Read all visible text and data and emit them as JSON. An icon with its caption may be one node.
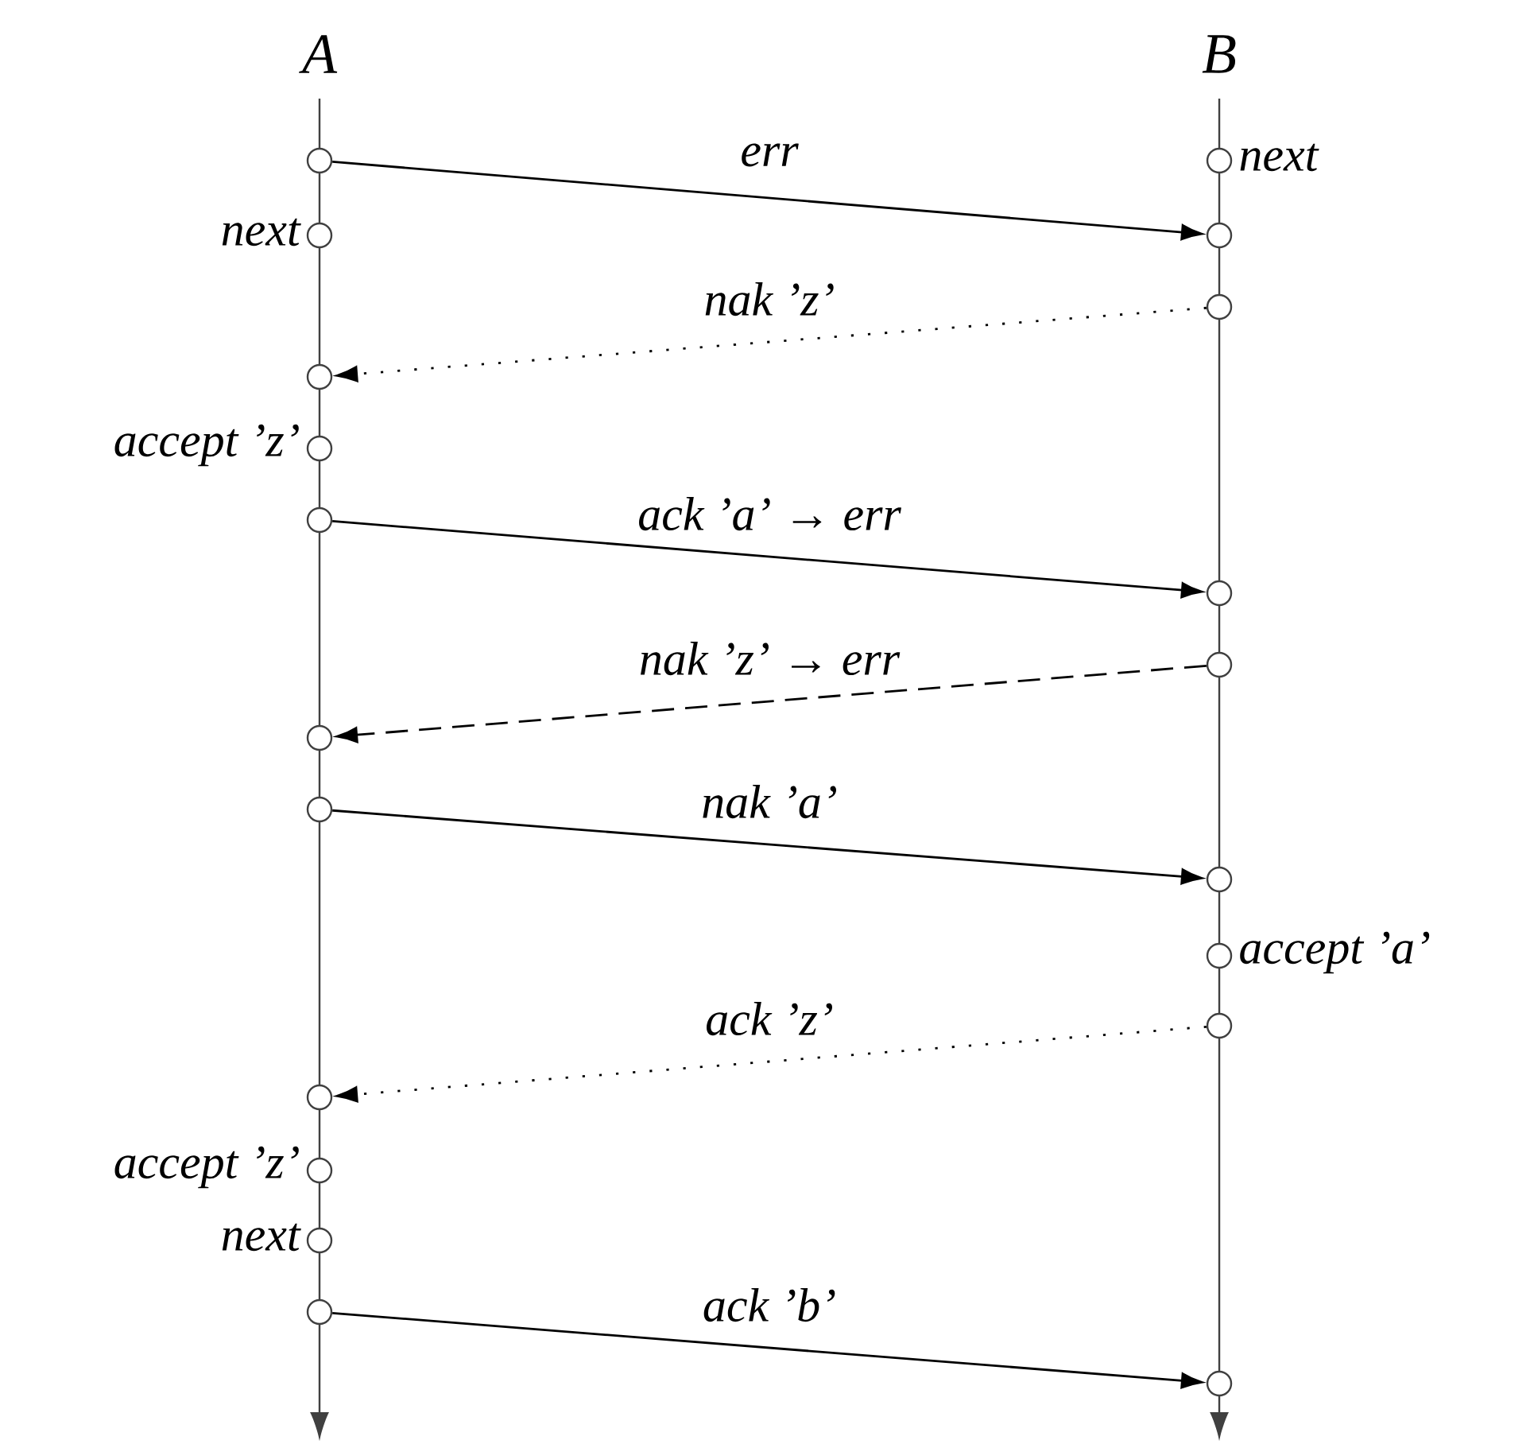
{
  "diagram": {
    "nodes": [
      {
        "text": [],
        "shape": "circle"
      },
      {
        "text": [],
        "shape": "circle",
        "beside": [
          "next"
        ]
      },
      {
        "text": [],
        "shape": "circle",
        "beside": [
          "next"
        ]
      },
      {
        "text": [],
        "shape": "circle"
      },
      {
        "text": [],
        "shape": "circle"
      },
      {
        "text": [],
        "shape": "circle"
      },
      {
        "text": [],
        "shape": "circle",
        "beside": [
          "accept ’z’"
        ]
      },
      {
        "text": [],
        "shape": "circle"
      },
      {
        "text": [],
        "shape": "circle"
      },
      {
        "text": [],
        "shape": "circle"
      },
      {
        "text": [],
        "shape": "circle"
      },
      {
        "text": [],
        "shape": "circle"
      },
      {
        "text": [],
        "shape": "circle"
      },
      {
        "text": [],
        "shape": "circle",
        "beside": [
          "accept ’a’"
        ]
      },
      {
        "text": [],
        "shape": "circle"
      },
      {
        "text": [],
        "shape": "circle"
      },
      {
        "text": [],
        "shape": "circle",
        "beside": [
          "accept ’z’"
        ]
      },
      {
        "text": [],
        "shape": "circle",
        "beside": [
          "next"
        ]
      },
      {
        "text": [],
        "shape": "circle"
      },
      {
        "text": [],
        "shape": "circle"
      }
    ],
    "edges": [
      {
        "from": 0,
        "to": 3,
        "arrow": "to",
        "label": "err"
      },
      {
        "from": 4,
        "to": 5,
        "arrow": "to",
        "label": "nak ’z’",
        "style": "dashed"
      },
      {
        "from": 7,
        "to": 8,
        "arrow": "to",
        "label": "ack ’a’ → err"
      },
      {
        "from": 9,
        "to": 10,
        "arrow": "to",
        "label": "nak ’z’ → err",
        "style": "dashed"
      },
      {
        "from": 11,
        "to": 12,
        "arrow": "to",
        "label": "nak ’a’"
      },
      {
        "from": 14,
        "to": 15,
        "arrow": "to",
        "label": "ack ’z’",
        "style": "dashed"
      },
      {
        "from": 18,
        "to": 19,
        "arrow": "to",
        "label": "ack ’b’"
      }
    ],
    "labels": [
      "A",
      "B"
    ]
  }
}
